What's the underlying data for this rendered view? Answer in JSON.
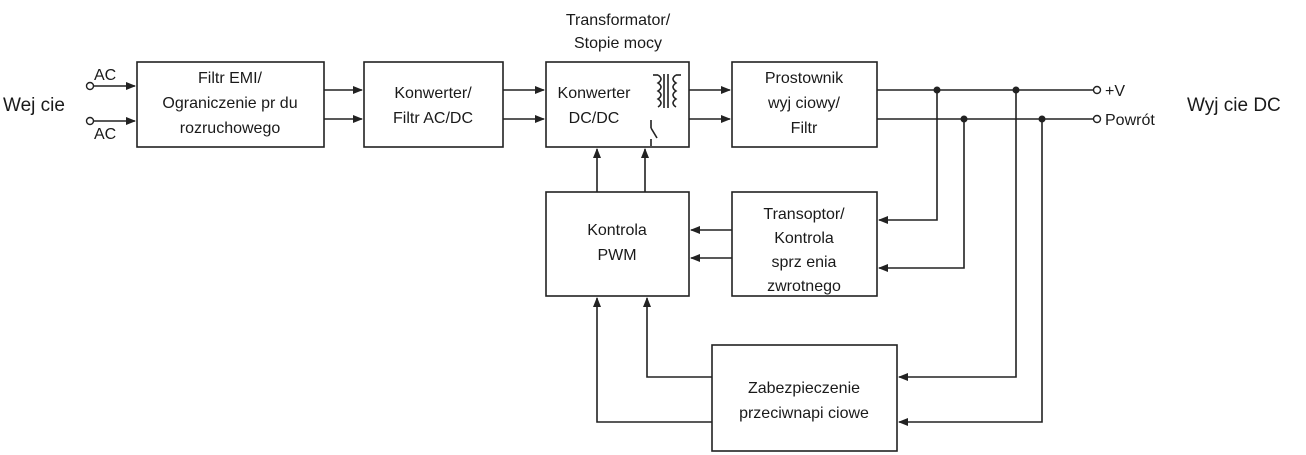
{
  "input_label": "Wej cie",
  "output_label": "Wyj cie DC",
  "ac_top": "AC",
  "ac_bottom": "AC",
  "plus_v": "+V",
  "return_label": "Powrót",
  "transformer_label": [
    "Transformator/",
    "Stopie  mocy"
  ],
  "blocks": {
    "emi_filter": [
      "Filtr EMI/",
      "Ograniczenie pr  du",
      "rozruchowego"
    ],
    "ac_dc": [
      "Konwerter/",
      "Filtr AC/DC"
    ],
    "dc_dc": [
      "Konwerter",
      "DC/DC"
    ],
    "rectifier": [
      "Prostownik",
      "wyj ciowy/",
      "Filtr"
    ],
    "optocoupler": [
      "Transoptor/",
      "Kontrola",
      "sprz  enia",
      "zwrotnego"
    ],
    "pwm": [
      "Kontrola",
      "PWM"
    ],
    "ovp": [
      "Zabezpieczenie",
      "przeciwnapi ciowe"
    ]
  }
}
